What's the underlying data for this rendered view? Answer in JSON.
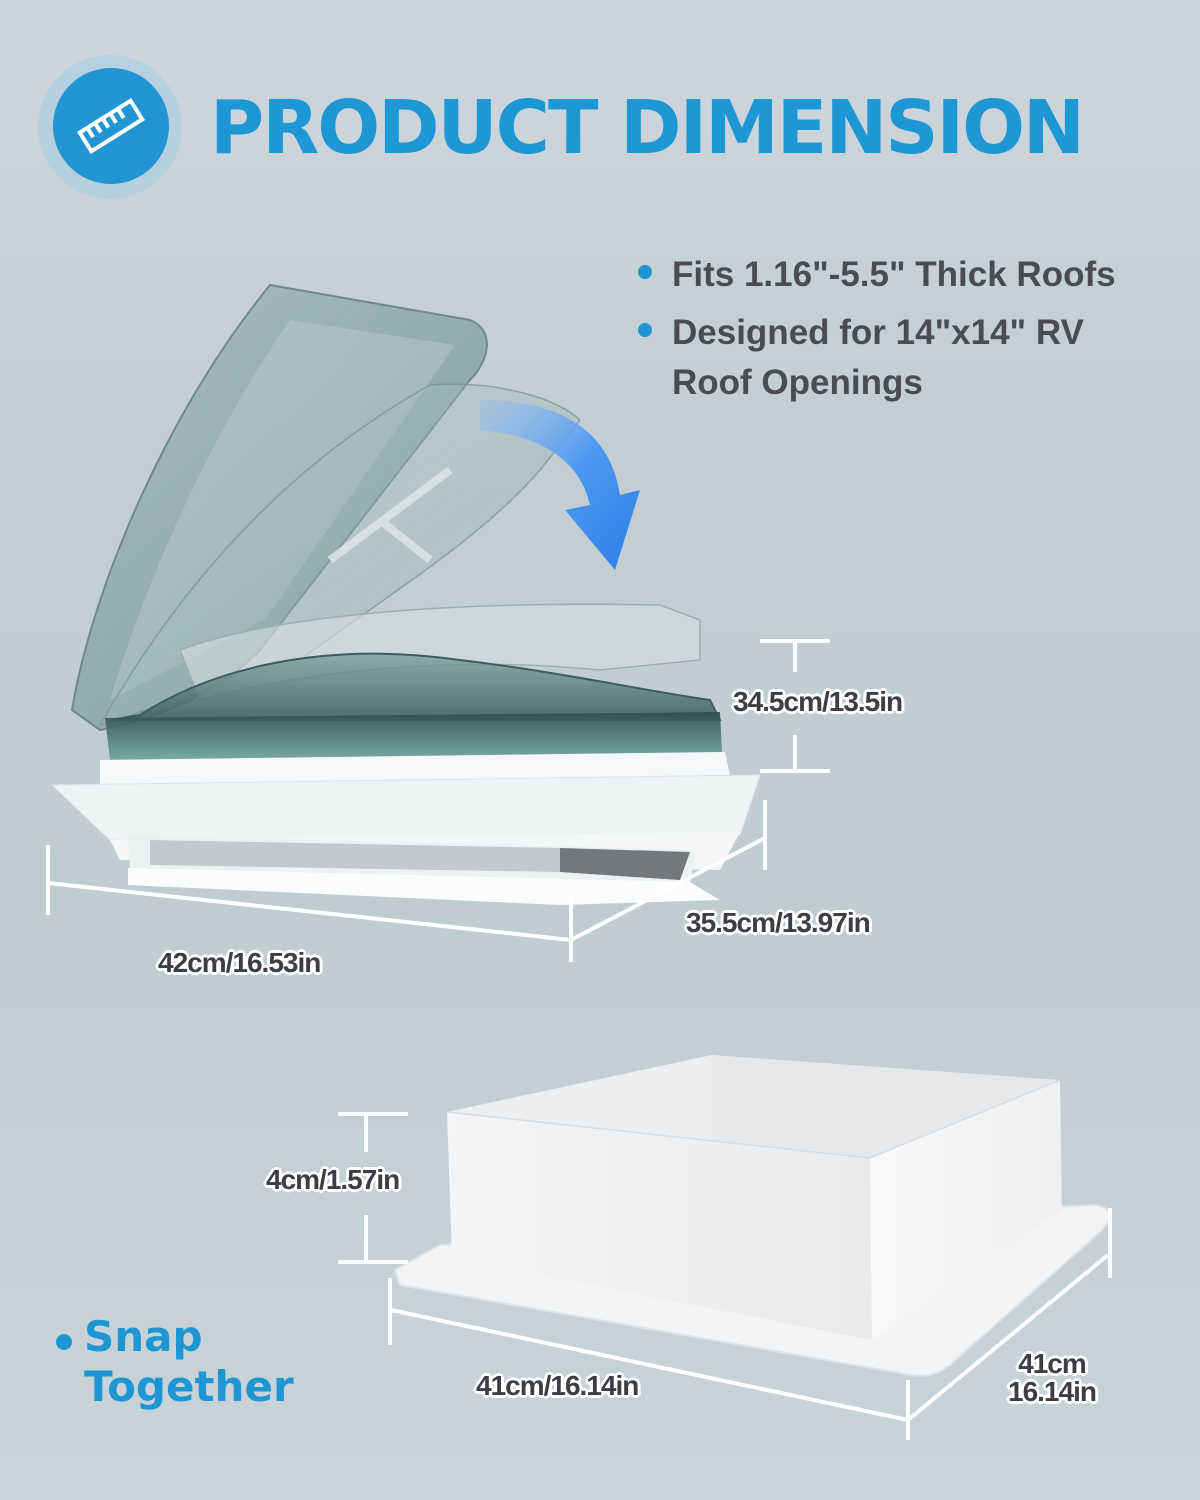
{
  "header": {
    "icon": "ruler-icon",
    "title": "PRODUCT DIMENSION"
  },
  "features": [
    {
      "icon": "bullet-dot-icon",
      "text": "Fits 1.16\"-5.5\" Thick Roofs"
    },
    {
      "icon": "bullet-dot-icon",
      "text": "Designed for 14\"x14\" RV Roof Openings"
    }
  ],
  "top_product": {
    "name": "RV roof vent fan with smoke lid (open/closed)",
    "arrow": "curved-down-arrow-icon",
    "dimensions": {
      "height": "34.5cm/13.5in",
      "depth": "35.5cm/13.97in",
      "width": "42cm/16.53in"
    }
  },
  "bottom_product": {
    "name": "Garnish trim ring",
    "dimensions": {
      "height": "4cm/1.57in",
      "width": "41cm/16.14in",
      "depth_cm": "41cm",
      "depth_in": "16.14in"
    }
  },
  "callout": {
    "line1": "Snap",
    "line2": "Together"
  },
  "colors": {
    "accent_blue": "#1e98d4",
    "body_text": "#4a4c50",
    "dim_text": "#3d3e42",
    "background": "#c2ced3"
  }
}
